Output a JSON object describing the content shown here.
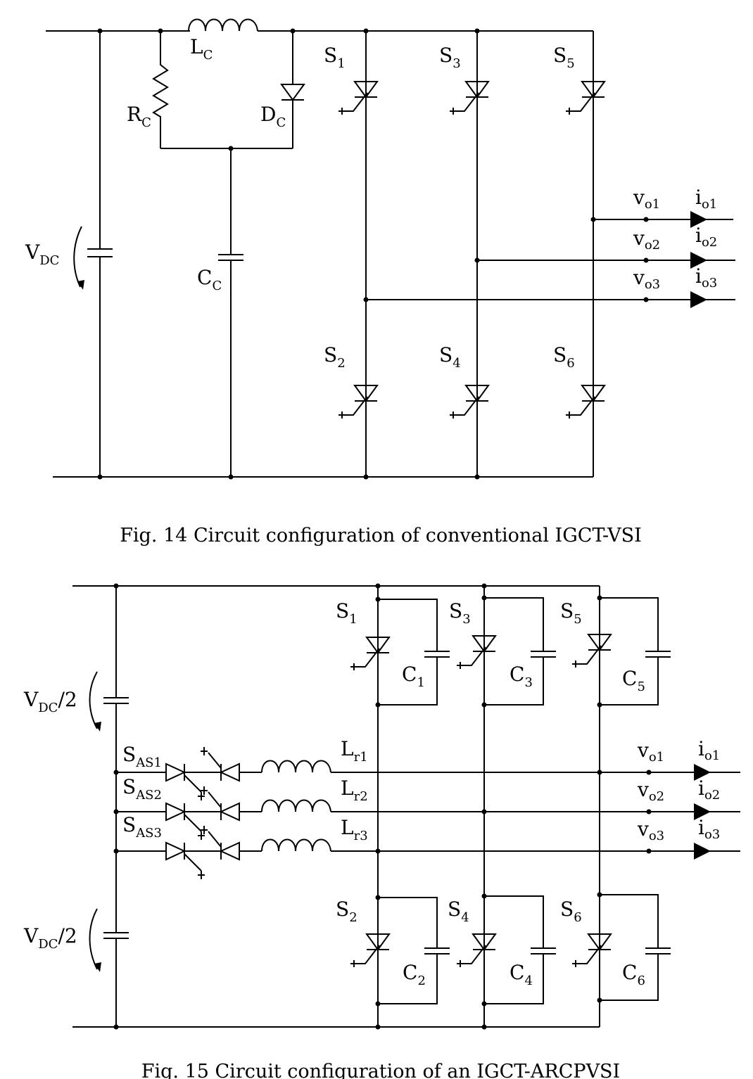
{
  "fig14": {
    "caption": "Fig.  14 Circuit configuration of conventional IGCT-VSI",
    "vdc": {
      "base": "V",
      "sub": "DC"
    },
    "lc": {
      "base": "L",
      "sub": "C"
    },
    "rc": {
      "base": "R",
      "sub": "C"
    },
    "dc": {
      "base": "D",
      "sub": "C"
    },
    "cc": {
      "base": "C",
      "sub": "C"
    },
    "switches": [
      {
        "base": "S",
        "sub": "1"
      },
      {
        "base": "S",
        "sub": "3"
      },
      {
        "base": "S",
        "sub": "5"
      },
      {
        "base": "S",
        "sub": "2"
      },
      {
        "base": "S",
        "sub": "4"
      },
      {
        "base": "S",
        "sub": "6"
      }
    ],
    "outputs": [
      {
        "v": {
          "base": "v",
          "sub": "o1"
        },
        "i": {
          "base": "i",
          "sub": "o1"
        }
      },
      {
        "v": {
          "base": "v",
          "sub": "o2"
        },
        "i": {
          "base": "i",
          "sub": "o2"
        }
      },
      {
        "v": {
          "base": "v",
          "sub": "o3"
        },
        "i": {
          "base": "i",
          "sub": "o3"
        }
      }
    ]
  },
  "fig15": {
    "caption": "Fig.  15 Circuit configuration of an IGCT-ARCPVSI",
    "vdc_top": {
      "base": "V",
      "sub": "DC",
      "suffix": "/2"
    },
    "vdc_bot": {
      "base": "V",
      "sub": "DC",
      "suffix": "/2"
    },
    "switches": [
      {
        "base": "S",
        "sub": "1"
      },
      {
        "base": "S",
        "sub": "3"
      },
      {
        "base": "S",
        "sub": "5"
      },
      {
        "base": "S",
        "sub": "2"
      },
      {
        "base": "S",
        "sub": "4"
      },
      {
        "base": "S",
        "sub": "6"
      }
    ],
    "caps": [
      {
        "base": "C",
        "sub": "1"
      },
      {
        "base": "C",
        "sub": "3"
      },
      {
        "base": "C",
        "sub": "5"
      },
      {
        "base": "C",
        "sub": "2"
      },
      {
        "base": "C",
        "sub": "4"
      },
      {
        "base": "C",
        "sub": "6"
      }
    ],
    "aux_switches": [
      {
        "base": "S",
        "sub": "AS1"
      },
      {
        "base": "S",
        "sub": "AS2"
      },
      {
        "base": "S",
        "sub": "AS3"
      }
    ],
    "inductors": [
      {
        "base": "L",
        "sub": "r1"
      },
      {
        "base": "L",
        "sub": "r2"
      },
      {
        "base": "L",
        "sub": "r3"
      }
    ],
    "outputs": [
      {
        "v": {
          "base": "v",
          "sub": "o1"
        },
        "i": {
          "base": "i",
          "sub": "o1"
        }
      },
      {
        "v": {
          "base": "v",
          "sub": "o2"
        },
        "i": {
          "base": "i",
          "sub": "o2"
        }
      },
      {
        "v": {
          "base": "v",
          "sub": "o3"
        },
        "i": {
          "base": "i",
          "sub": "o3"
        }
      }
    ]
  }
}
